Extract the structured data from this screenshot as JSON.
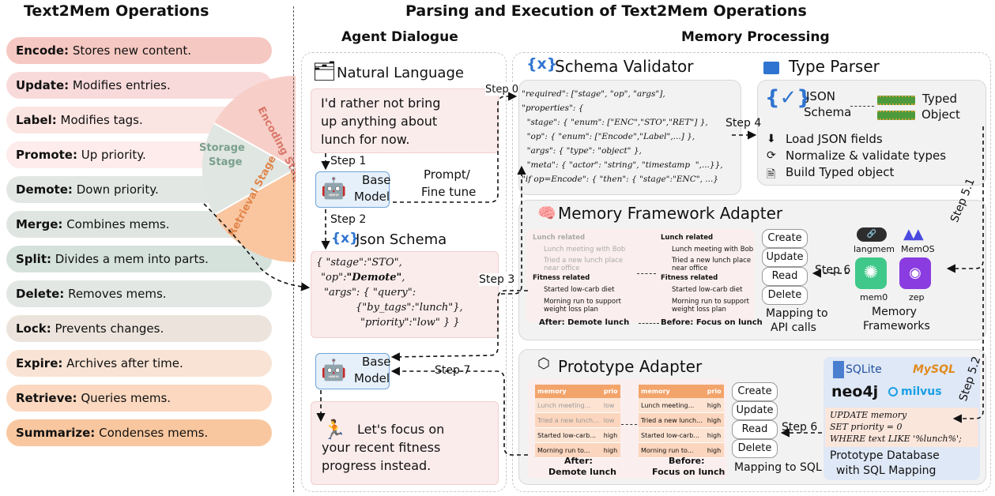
{
  "left": {
    "title": "Text2Mem Operations",
    "ops": [
      {
        "name": "Encode:",
        "desc": "Stores new content.",
        "color": "#f6c8c2"
      },
      {
        "name": "Update:",
        "desc": "Modifies entries.",
        "color": "#f9dada"
      },
      {
        "name": "Label:",
        "desc": "Modifies tags.",
        "color": "#fbe5e2"
      },
      {
        "name": "Promote:",
        "desc": "Up priority.",
        "color": "#fdeceb"
      },
      {
        "name": "Demote:",
        "desc": "Down priority.",
        "color": "#e3e7e4"
      },
      {
        "name": "Merge:",
        "desc": "Combines mems.",
        "color": "#dfe6e2"
      },
      {
        "name": "Split:",
        "desc": "Divides a mem into parts.",
        "color": "#d5e2dc"
      },
      {
        "name": "Delete:",
        "desc": "Removes mems.",
        "color": "#e3e7e4"
      },
      {
        "name": "Lock:",
        "desc": "Prevents changes.",
        "color": "#ece4dc"
      },
      {
        "name": "Expire:",
        "desc": "Archives after time.",
        "color": "#f9e3d4"
      },
      {
        "name": "Retrieve:",
        "desc": "Queries mems.",
        "color": "#fbd8bf"
      },
      {
        "name": "Summarize:",
        "desc": "Condenses mems.",
        "color": "#f9c79f"
      }
    ],
    "stages": {
      "encoding": "Encoding Stage",
      "storage_1": "Storage",
      "storage_2": "Stage",
      "retrieval": "Retrieval Stage"
    }
  },
  "main_title": "Parsing and Execution of Text2Mem Operations",
  "agent": {
    "title": "Agent Dialogue",
    "natural_language": "Natural Language",
    "user_text": [
      "I'd rather not bring",
      "up anything about",
      "lunch for now."
    ],
    "base_model_1": "Base",
    "base_model_2": "Model",
    "prompt_1": "Prompt/",
    "prompt_2": "Fine tune",
    "json_schema_title": "Json Schema",
    "json_lines": [
      "{ \"stage\":\"STO\",",
      "\"op\":\"Demote\",",
      "\"args\": { \"query\":",
      "{\"by_tags\":\"lunch\"},",
      "\"priority\":\"low\" } }"
    ],
    "response": [
      "Let's focus on",
      "your recent fitness",
      "progress instead."
    ]
  },
  "steps": {
    "s0": "Step 0",
    "s1": "Step 1",
    "s2": "Step 2",
    "s3": "Step 3",
    "s4": "Step 4",
    "s5_1": "Step 5.1",
    "s5_2": "Step 5.2",
    "s6a": "Step 6",
    "s6b": "Step 6",
    "s7": "Step 7"
  },
  "memory": {
    "title": "Memory Processing",
    "validator": {
      "title": "Schema Validator",
      "lines": [
        "\"required\": [\"stage\", \"op\", \"args\"],",
        "\"properties\": {",
        "  \"stage\": { \"enum\": [\"ENC\",\"STO\",\"RET\"] },",
        "  \"op\": { \"enum\": [\"Encode\",\"Label\",...] },",
        "  \"args\": { \"type\": \"object\" },",
        "  \"meta\": { \"actor\": \"string\", \"timestamp  \",...}},",
        "\"if op=Encode\": { \"then\": { \"stage\":\"ENC\", ...}"
      ]
    },
    "parser": {
      "title": "Type Parser",
      "json_1": "JSON",
      "json_2": "Schema",
      "typed_1": "Typed",
      "typed_2": "Object",
      "items": [
        "Load JSON fields",
        "Normalize & validate types",
        "Build Typed object"
      ]
    },
    "framework": {
      "title": "Memory Framework Adapter",
      "after_caption": "After: Demote lunch",
      "before_caption": "Before: Focus on lunch",
      "tree_after": {
        "lunch": "Lunch related",
        "lunch_items": [
          "Lunch meeting with Bob",
          "Tried a new lunch place",
          "near office"
        ],
        "fitness": "Fitness related",
        "fitness_items": [
          "Started low-carb diet",
          "Morning run to support",
          "weight loss plan"
        ]
      },
      "tree_before": {
        "lunch": "Lunch related",
        "lunch_items": [
          "Lunch meeting with Bob",
          "Tried a new lunch place",
          "near office"
        ],
        "fitness": "Fitness related",
        "fitness_items": [
          "Started low-carb diet",
          "Morning run to support",
          "weight loss plan"
        ]
      },
      "buttons": [
        "Create",
        "Update",
        "Read",
        "Delete"
      ],
      "mapping_1": "Mapping to",
      "mapping_2": "API calls",
      "frameworks": [
        "langmem",
        "MemOS",
        "mem0",
        "zep"
      ],
      "frameworks_caption_1": "Memory",
      "frameworks_caption_2": "Frameworks"
    },
    "prototype": {
      "title": "Prototype Adapter",
      "headers": [
        "memory",
        "prio"
      ],
      "after_rows": [
        [
          "Lunch meeting...",
          "low"
        ],
        [
          "Tried a new lunch...",
          "low"
        ],
        [
          "Started low-carb...",
          "high"
        ],
        [
          "Morning run to...",
          "high"
        ]
      ],
      "before_rows": [
        [
          "Lunch meeting...",
          "high"
        ],
        [
          "Tried a new lunch...",
          "high"
        ],
        [
          "Started low-carb...",
          "high"
        ],
        [
          "Morning run to...",
          "high"
        ]
      ],
      "after_caption_1": "After:",
      "after_caption_2": "Demote lunch",
      "before_caption_1": "Before:",
      "before_caption_2": "Focus on lunch",
      "buttons": [
        "Create",
        "Update",
        "Read",
        "Delete"
      ],
      "mapping": "Mapping to SQL",
      "dbs": [
        "SQLite",
        "MySQL",
        "neo4j",
        "milvus"
      ],
      "sql": [
        "UPDATE memory",
        "SET priority = 0",
        "WHERE text LIKE '%lunch%';"
      ],
      "db_caption_1": "Prototype Database",
      "db_caption_2": "with SQL Mapping"
    }
  }
}
